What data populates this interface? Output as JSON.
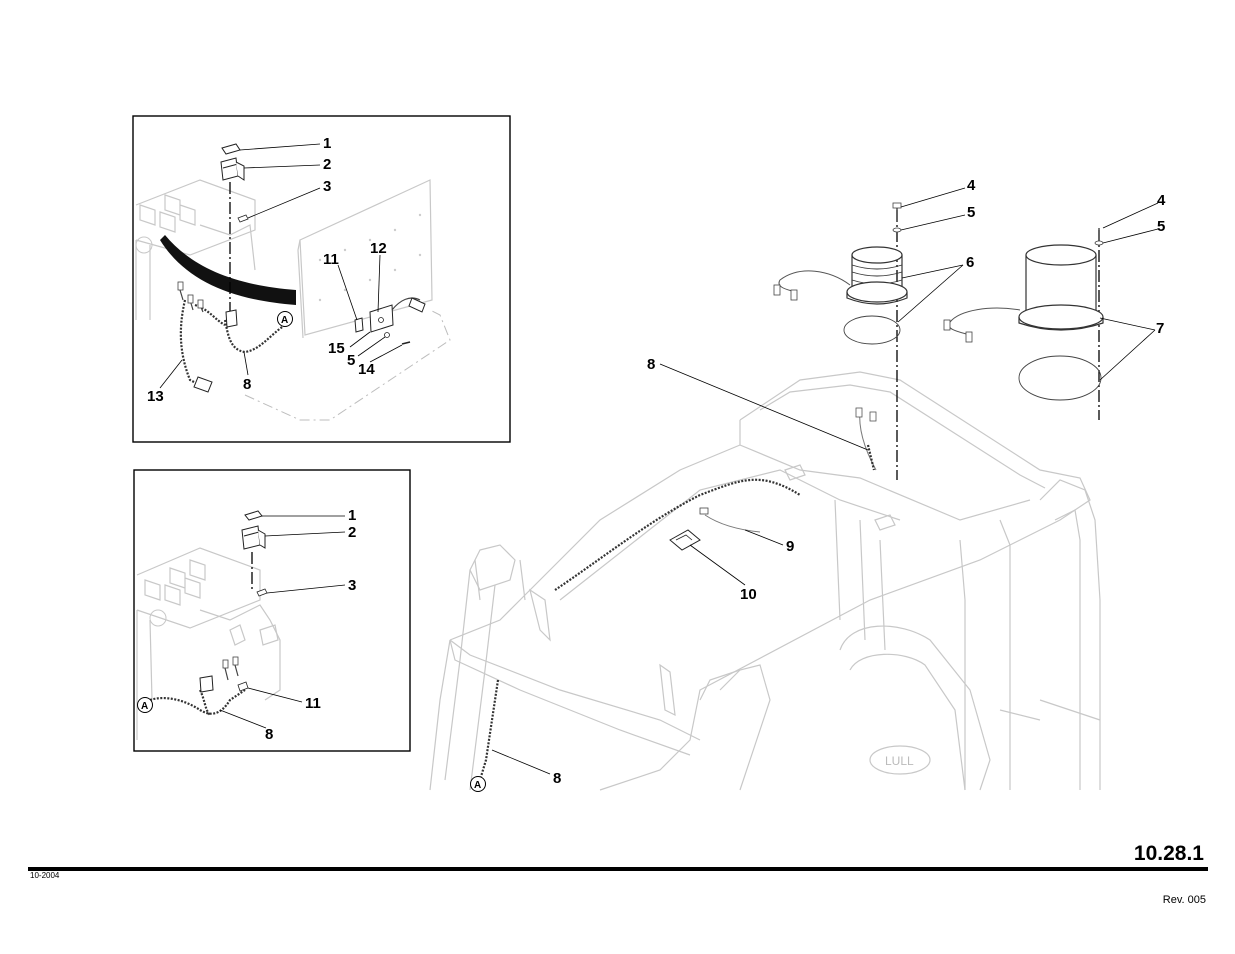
{
  "footer": {
    "page_number": "10.28.1",
    "date_code": "10-2004",
    "revision": "Rev. 005"
  },
  "callouts": {
    "inset_top": [
      "1",
      "2",
      "3",
      "11",
      "12",
      "15",
      "5",
      "14",
      "13",
      "8",
      "A"
    ],
    "inset_bottom": [
      "1",
      "2",
      "3",
      "11",
      "8",
      "A"
    ],
    "main": [
      "4",
      "5",
      "6",
      "4",
      "5",
      "7",
      "8",
      "9",
      "10",
      "8",
      "A"
    ]
  }
}
